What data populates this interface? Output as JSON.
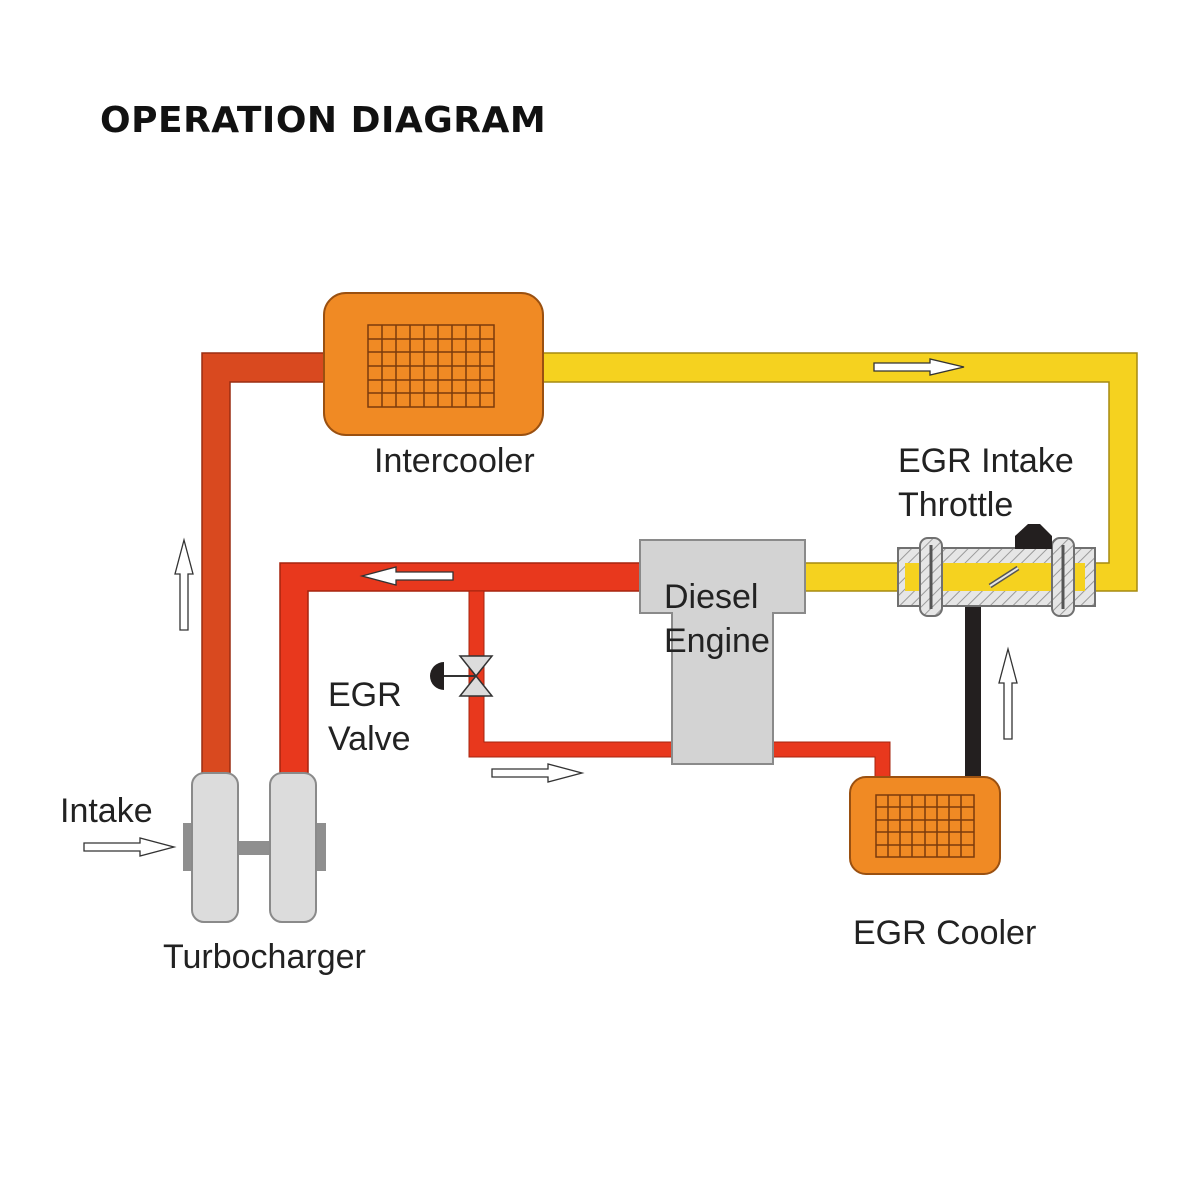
{
  "title": "OPERATION DIAGRAM",
  "labels": {
    "intercooler": "Intercooler",
    "egr_intake_throttle_line1": "EGR Intake",
    "egr_intake_throttle_line2": "Throttle",
    "diesel_engine_line1": "Diesel",
    "diesel_engine_line2": "Engine",
    "egr_valve_line1": "EGR",
    "egr_valve_line2": "Valve",
    "intake": "Intake",
    "turbocharger": "Turbocharger",
    "egr_cooler": "EGR Cooler"
  },
  "colors": {
    "hot_pipe": "#d9491f",
    "exhaust_pipe": "#e8381d",
    "cool_pipe": "#f5d21f",
    "egr_return_pipe": "#231f1f",
    "cooler_body": "#f08a24",
    "engine_body": "#d3d3d3",
    "turbo_body": "#dcdcdc"
  }
}
